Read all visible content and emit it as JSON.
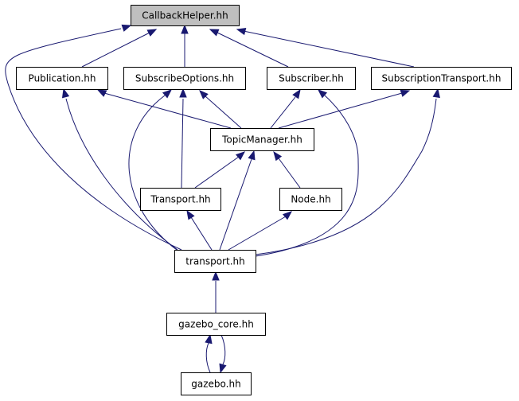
{
  "diagram": {
    "nodes": [
      {
        "id": "callbackhelper",
        "label": "CallbackHelper.hh",
        "highlighted": true
      },
      {
        "id": "publication",
        "label": "Publication.hh"
      },
      {
        "id": "subscribeoptions",
        "label": "SubscribeOptions.hh"
      },
      {
        "id": "subscriber",
        "label": "Subscriber.hh"
      },
      {
        "id": "subscriptiontransport",
        "label": "SubscriptionTransport.hh"
      },
      {
        "id": "topicmanager",
        "label": "TopicManager.hh"
      },
      {
        "id": "transport_upper",
        "label": "Transport.hh"
      },
      {
        "id": "node",
        "label": "Node.hh"
      },
      {
        "id": "transport",
        "label": "transport.hh"
      },
      {
        "id": "gazebo_core",
        "label": "gazebo_core.hh"
      },
      {
        "id": "gazebo",
        "label": "gazebo.hh"
      }
    ],
    "edges": [
      {
        "from": "publication",
        "to": "callbackhelper"
      },
      {
        "from": "subscribeoptions",
        "to": "callbackhelper"
      },
      {
        "from": "subscriber",
        "to": "callbackhelper"
      },
      {
        "from": "subscriptiontransport",
        "to": "callbackhelper"
      },
      {
        "from": "transport",
        "to": "callbackhelper"
      },
      {
        "from": "topicmanager",
        "to": "publication"
      },
      {
        "from": "transport",
        "to": "publication"
      },
      {
        "from": "topicmanager",
        "to": "subscribeoptions"
      },
      {
        "from": "transport_upper",
        "to": "subscribeoptions"
      },
      {
        "from": "transport",
        "to": "subscribeoptions"
      },
      {
        "from": "topicmanager",
        "to": "subscriber"
      },
      {
        "from": "transport",
        "to": "subscriber"
      },
      {
        "from": "topicmanager",
        "to": "subscriptiontransport"
      },
      {
        "from": "transport",
        "to": "subscriptiontransport"
      },
      {
        "from": "transport_upper",
        "to": "topicmanager"
      },
      {
        "from": "node",
        "to": "topicmanager"
      },
      {
        "from": "transport",
        "to": "topicmanager"
      },
      {
        "from": "transport",
        "to": "transport_upper"
      },
      {
        "from": "transport",
        "to": "node"
      },
      {
        "from": "gazebo_core",
        "to": "transport"
      },
      {
        "from": "gazebo",
        "to": "gazebo_core"
      },
      {
        "from": "gazebo_core",
        "to": "gazebo"
      }
    ],
    "colors": {
      "edge": "#191970",
      "node_border": "#000000",
      "node_fill": "#ffffff",
      "highlight_fill": "#bfbfbf"
    }
  }
}
